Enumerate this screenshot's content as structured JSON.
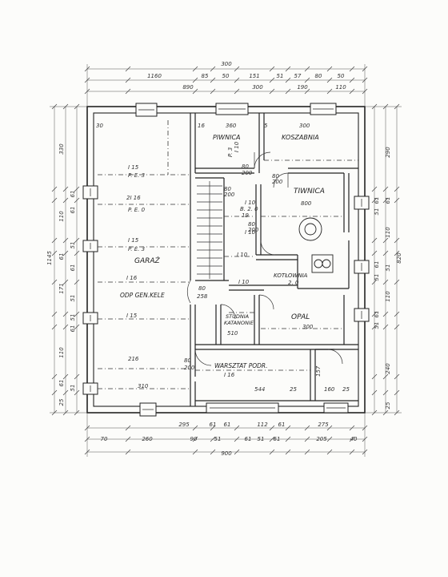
{
  "rooms": {
    "piwnica": "PIWNICA",
    "koszabnia": "KOSZABNIA",
    "tiwnica": "TIWNICA",
    "garaz": "GARAŻ",
    "odp": "ODP GEN.KELE",
    "kotlownia": "KOTŁOWNIA",
    "studnia1": "STUDNIA",
    "studnia2": "KATANONIE",
    "opal": "OPAL",
    "warsztat": "WARSZTAT PODR."
  },
  "notes": {
    "g1": "I 15",
    "g2": "P. E. 3",
    "g3": "2I 16",
    "g4": "P. E. 0",
    "g5": "I 15",
    "g6": "P. E. 3",
    "g7": "I 16",
    "g8": "I 15",
    "g9": "216",
    "p1": "I 10",
    "p2": "P. 3",
    "t1": "I 10",
    "t2": "B. 2. 0",
    "t3": "19",
    "t4": "800",
    "k1": "2. 0",
    "s1": "510",
    "o1": "300",
    "w1": "I 16",
    "w2": "544",
    "w3": "25",
    "w4": "157",
    "w5": "160",
    "w6": "25",
    "c1": "80",
    "c2": "200",
    "c3": "80",
    "c4": "200",
    "c5": "80",
    "c6": "200",
    "c7": "I 10",
    "c8": "I 10",
    "c9": "80",
    "c10": "200",
    "c11": "80",
    "c12": "258",
    "c13": "I 10",
    "c14": "360",
    "c15": "5",
    "c16": "300",
    "c17": "30",
    "c18": "16",
    "c19": "310",
    "c20": "80",
    "c21": "200"
  },
  "dims": {
    "top1": [
      "300"
    ],
    "top2": [
      "1160",
      "85",
      "50",
      "151",
      "51",
      "57",
      "80",
      "50"
    ],
    "top3": [
      "890",
      "300",
      "190",
      "110"
    ],
    "bot1": [
      "295",
      "61",
      "61",
      "112",
      "61",
      "275"
    ],
    "bot2": [
      "70",
      "260",
      "90",
      "51",
      "61",
      "51",
      "61",
      "205",
      "40"
    ],
    "bot3": [
      "900"
    ],
    "left1": [
      "1145"
    ],
    "left2": [
      "330",
      "110",
      "61",
      "171",
      "110",
      "61",
      "25"
    ],
    "left3": [
      "61",
      "51",
      "61",
      "51",
      "61",
      "51",
      "61",
      "51"
    ],
    "right1": [
      "820"
    ],
    "right2": [
      "290",
      "61",
      "110",
      "51",
      "110",
      "240",
      "25"
    ],
    "right3": [
      "61",
      "51",
      "61",
      "51",
      "61",
      "51"
    ]
  }
}
